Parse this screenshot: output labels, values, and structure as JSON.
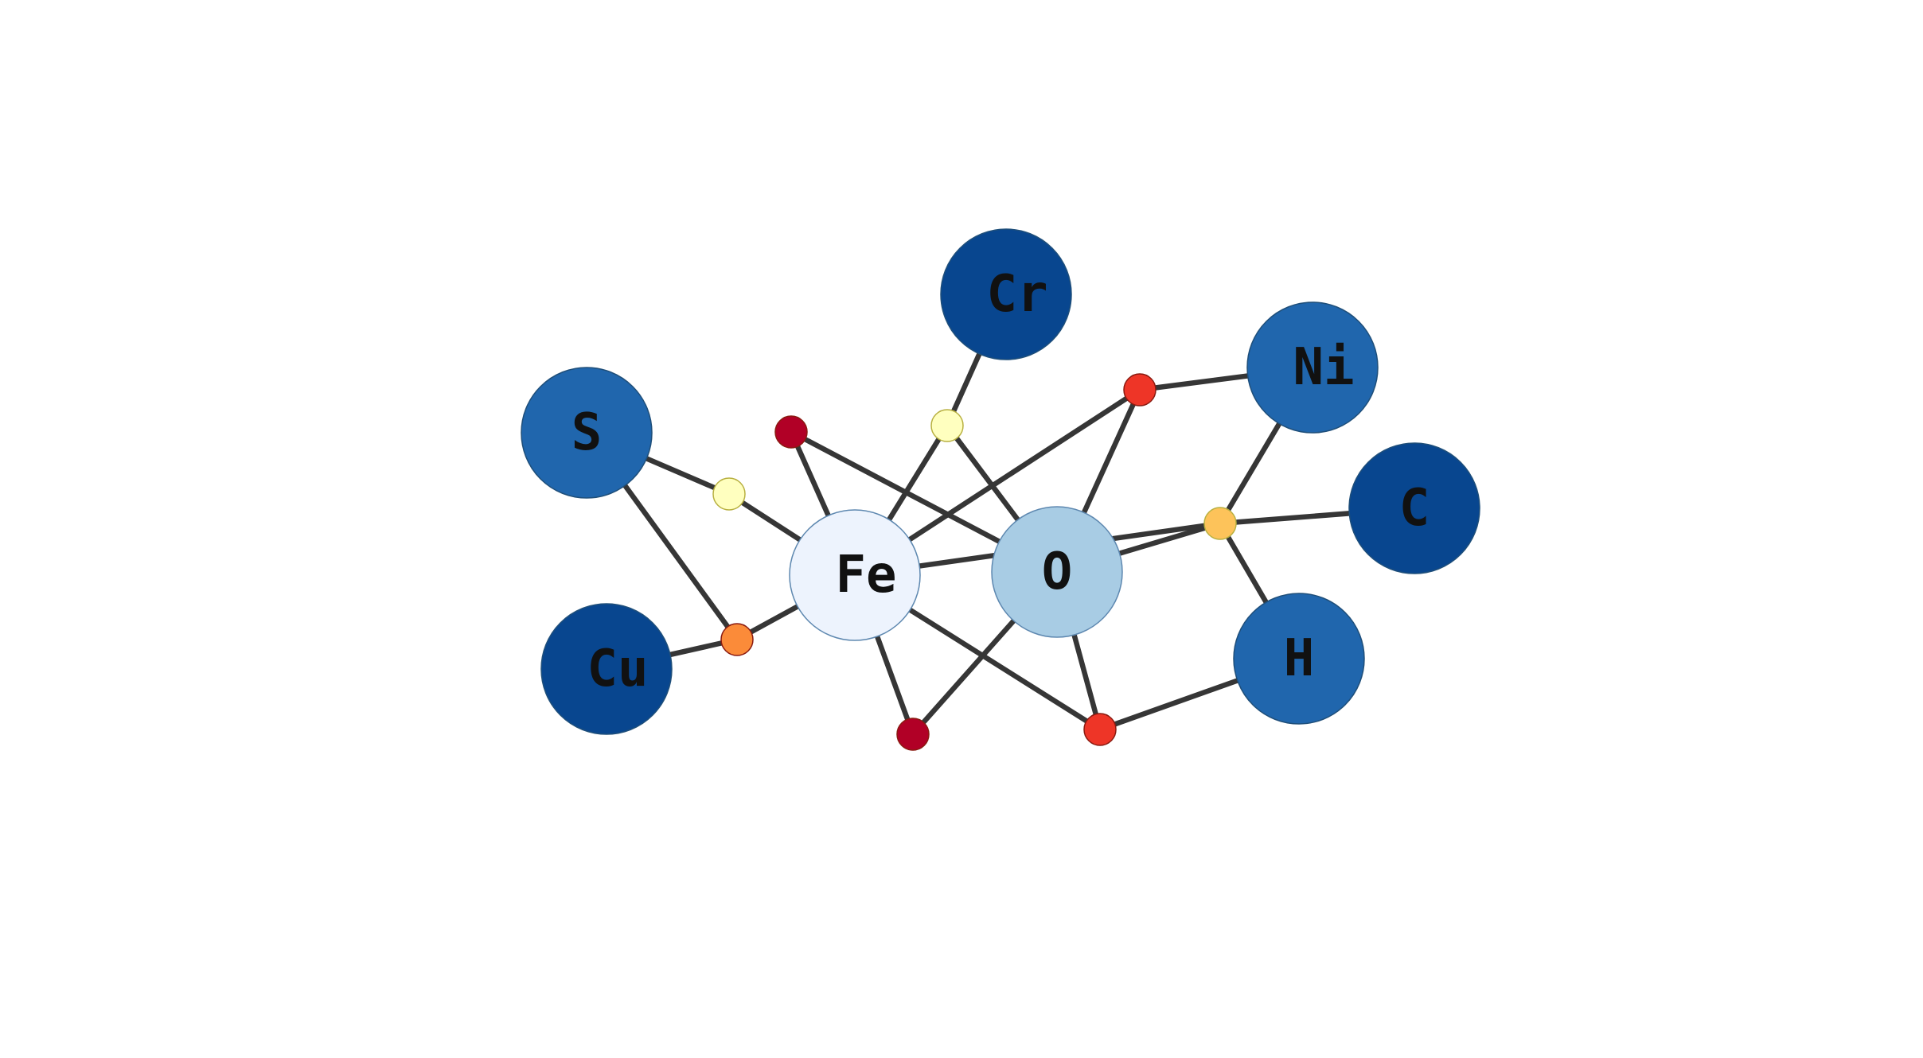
{
  "diagram": {
    "colors": {
      "background": "#ffffff",
      "edge": "#363636",
      "dark_blue": "#08468f",
      "mid_blue": "#2066ad",
      "light_blue": "#a8cce4",
      "pale_blue": "#edf3fd",
      "junction_pale_yellow": "#ffffbf",
      "junction_yellow": "#fdc35a",
      "junction_orange": "#fb8b39",
      "junction_red": "#ee3527",
      "junction_dark_red": "#b10026"
    },
    "elements": [
      {
        "id": "Fe",
        "label": "Fe",
        "color": "#edf3fd"
      },
      {
        "id": "O",
        "label": "O",
        "color": "#a8cce4"
      },
      {
        "id": "Cr",
        "label": "Cr",
        "color": "#08468f"
      },
      {
        "id": "S",
        "label": "S",
        "color": "#2066ad"
      },
      {
        "id": "Cu",
        "label": "Cu",
        "color": "#08468f"
      },
      {
        "id": "Ni",
        "label": "Ni",
        "color": "#2066ad"
      },
      {
        "id": "C",
        "label": "C",
        "color": "#08468f"
      },
      {
        "id": "H",
        "label": "H",
        "color": "#2066ad"
      }
    ],
    "junctions": [
      {
        "id": "j1",
        "color": "#ffffbf"
      },
      {
        "id": "j2",
        "color": "#b10026"
      },
      {
        "id": "j3",
        "color": "#ffffbf"
      },
      {
        "id": "j4",
        "color": "#ee3527"
      },
      {
        "id": "j5",
        "color": "#fdc35a"
      },
      {
        "id": "j6",
        "color": "#fb8b39"
      },
      {
        "id": "j7",
        "color": "#b10026"
      },
      {
        "id": "j8",
        "color": "#ee3527"
      }
    ],
    "edges": [
      [
        "S",
        "j1"
      ],
      [
        "j1",
        "Fe"
      ],
      [
        "S",
        "j6"
      ],
      [
        "Cu",
        "j6"
      ],
      [
        "j6",
        "Fe"
      ],
      [
        "j2",
        "Fe"
      ],
      [
        "j2",
        "O"
      ],
      [
        "Cr",
        "j3"
      ],
      [
        "j3",
        "Fe"
      ],
      [
        "j3",
        "O"
      ],
      [
        "Ni",
        "j4"
      ],
      [
        "j4",
        "Fe"
      ],
      [
        "j4",
        "O"
      ],
      [
        "Fe",
        "j5"
      ],
      [
        "O",
        "j5"
      ],
      [
        "Ni",
        "j5"
      ],
      [
        "C",
        "j5"
      ],
      [
        "H",
        "j5"
      ],
      [
        "Fe",
        "j7"
      ],
      [
        "O",
        "j7"
      ],
      [
        "Fe",
        "j8"
      ],
      [
        "O",
        "j8"
      ],
      [
        "H",
        "j8"
      ]
    ]
  }
}
